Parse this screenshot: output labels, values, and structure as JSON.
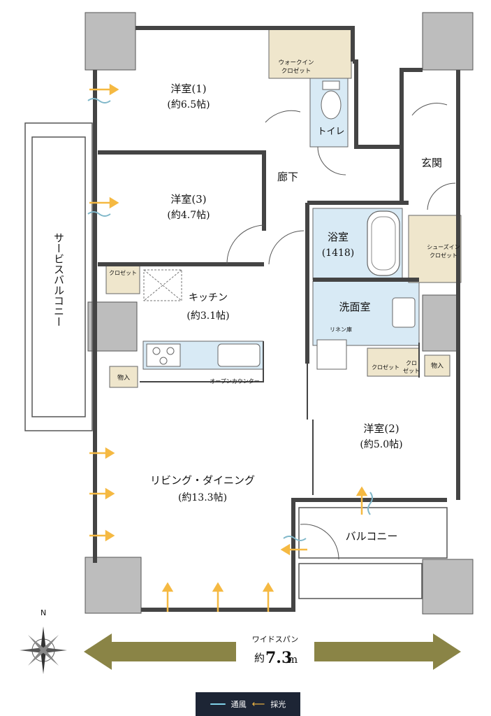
{
  "rooms": {
    "bedroom1": {
      "name": "洋室(1)",
      "size": "(約6.5帖)"
    },
    "bedroom3": {
      "name": "洋室(3)",
      "size": "(約4.7帖)"
    },
    "bedroom2": {
      "name": "洋室(2)",
      "size": "(約5.0帖)"
    },
    "kitchen": {
      "name": "キッチン",
      "size": "(約3.1帖)"
    },
    "living": {
      "name": "リビング・ダイニング",
      "size": "(約13.3帖)"
    },
    "bath": {
      "name": "浴室",
      "size": "(1418)"
    },
    "washroom": {
      "name": "洗面室"
    },
    "toilet": {
      "name": "トイレ"
    },
    "hallway": {
      "name": "廊下"
    },
    "entrance": {
      "name": "玄関"
    },
    "balcony": {
      "name": "バルコニー"
    },
    "service_balcony": {
      "name": "サービスバルコニー"
    }
  },
  "storage": {
    "walkin": {
      "line1": "ウォークイン",
      "line2": "クロゼット"
    },
    "shoes": {
      "line1": "シューズイン",
      "line2": "クロゼット"
    },
    "closet_left": "クロゼット",
    "closet_washroom": "クロゼット",
    "closet_small_1": "クロ",
    "closet_small_2": "ゼット",
    "storage_left": "物入",
    "storage_right": "物入",
    "linen": "リネン庫",
    "open_counter": "オープンカウンター"
  },
  "span": {
    "label": "ワイドスパン",
    "prefix": "約",
    "value": "7.3",
    "unit": "m"
  },
  "compass": {
    "north": "N"
  },
  "legend": {
    "wind": "通風",
    "light": "採光"
  },
  "colors": {
    "wall": "#a6a6a6",
    "wall_edge": "#555555",
    "wet_area": "#d8eaf5",
    "storage": "#efe6cc",
    "arrow_light": "#f5b942",
    "arrow_wind": "#7fb7c9",
    "span_arrow": "#8a8446",
    "legend_bg": "#1d2535"
  }
}
